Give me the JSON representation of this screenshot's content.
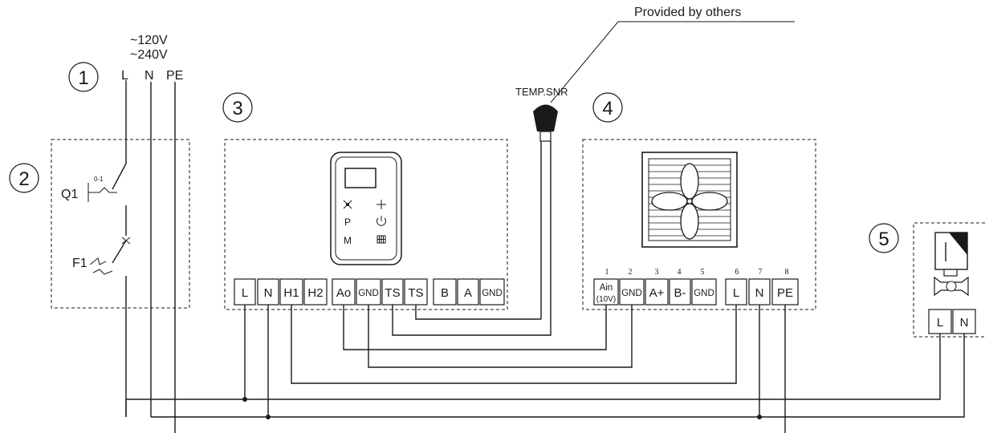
{
  "supply": {
    "voltage_1": "~120V",
    "voltage_2": "~240V",
    "conductors": [
      "L",
      "N",
      "PE"
    ]
  },
  "callouts": [
    "1",
    "2",
    "3",
    "4",
    "5"
  ],
  "note_provided": "Provided by others",
  "sensor_label": "TEMP.SNR",
  "breaker": {
    "q1_label": "Q1",
    "q1_range": "0-1",
    "f1_label": "F1"
  },
  "thermostat": {
    "icons": [
      "fan-icon",
      "plus-icon",
      "power-icon",
      "grid-icon"
    ],
    "mode_labels": [
      "P",
      "M"
    ],
    "terminals": [
      "L",
      "N",
      "H1",
      "H2",
      "Ao",
      "GND",
      "TS",
      "TS",
      "B",
      "A",
      "GND"
    ]
  },
  "fan_unit": {
    "pin_numbers": [
      "1",
      "2",
      "3",
      "4",
      "5",
      "6",
      "7",
      "8"
    ],
    "terminals": [
      "Ain",
      "GND",
      "A+",
      "B-",
      "GND",
      "L",
      "N",
      "PE"
    ],
    "ain_sub": "(10V)"
  },
  "valve": {
    "terminals": [
      "L",
      "N"
    ]
  }
}
